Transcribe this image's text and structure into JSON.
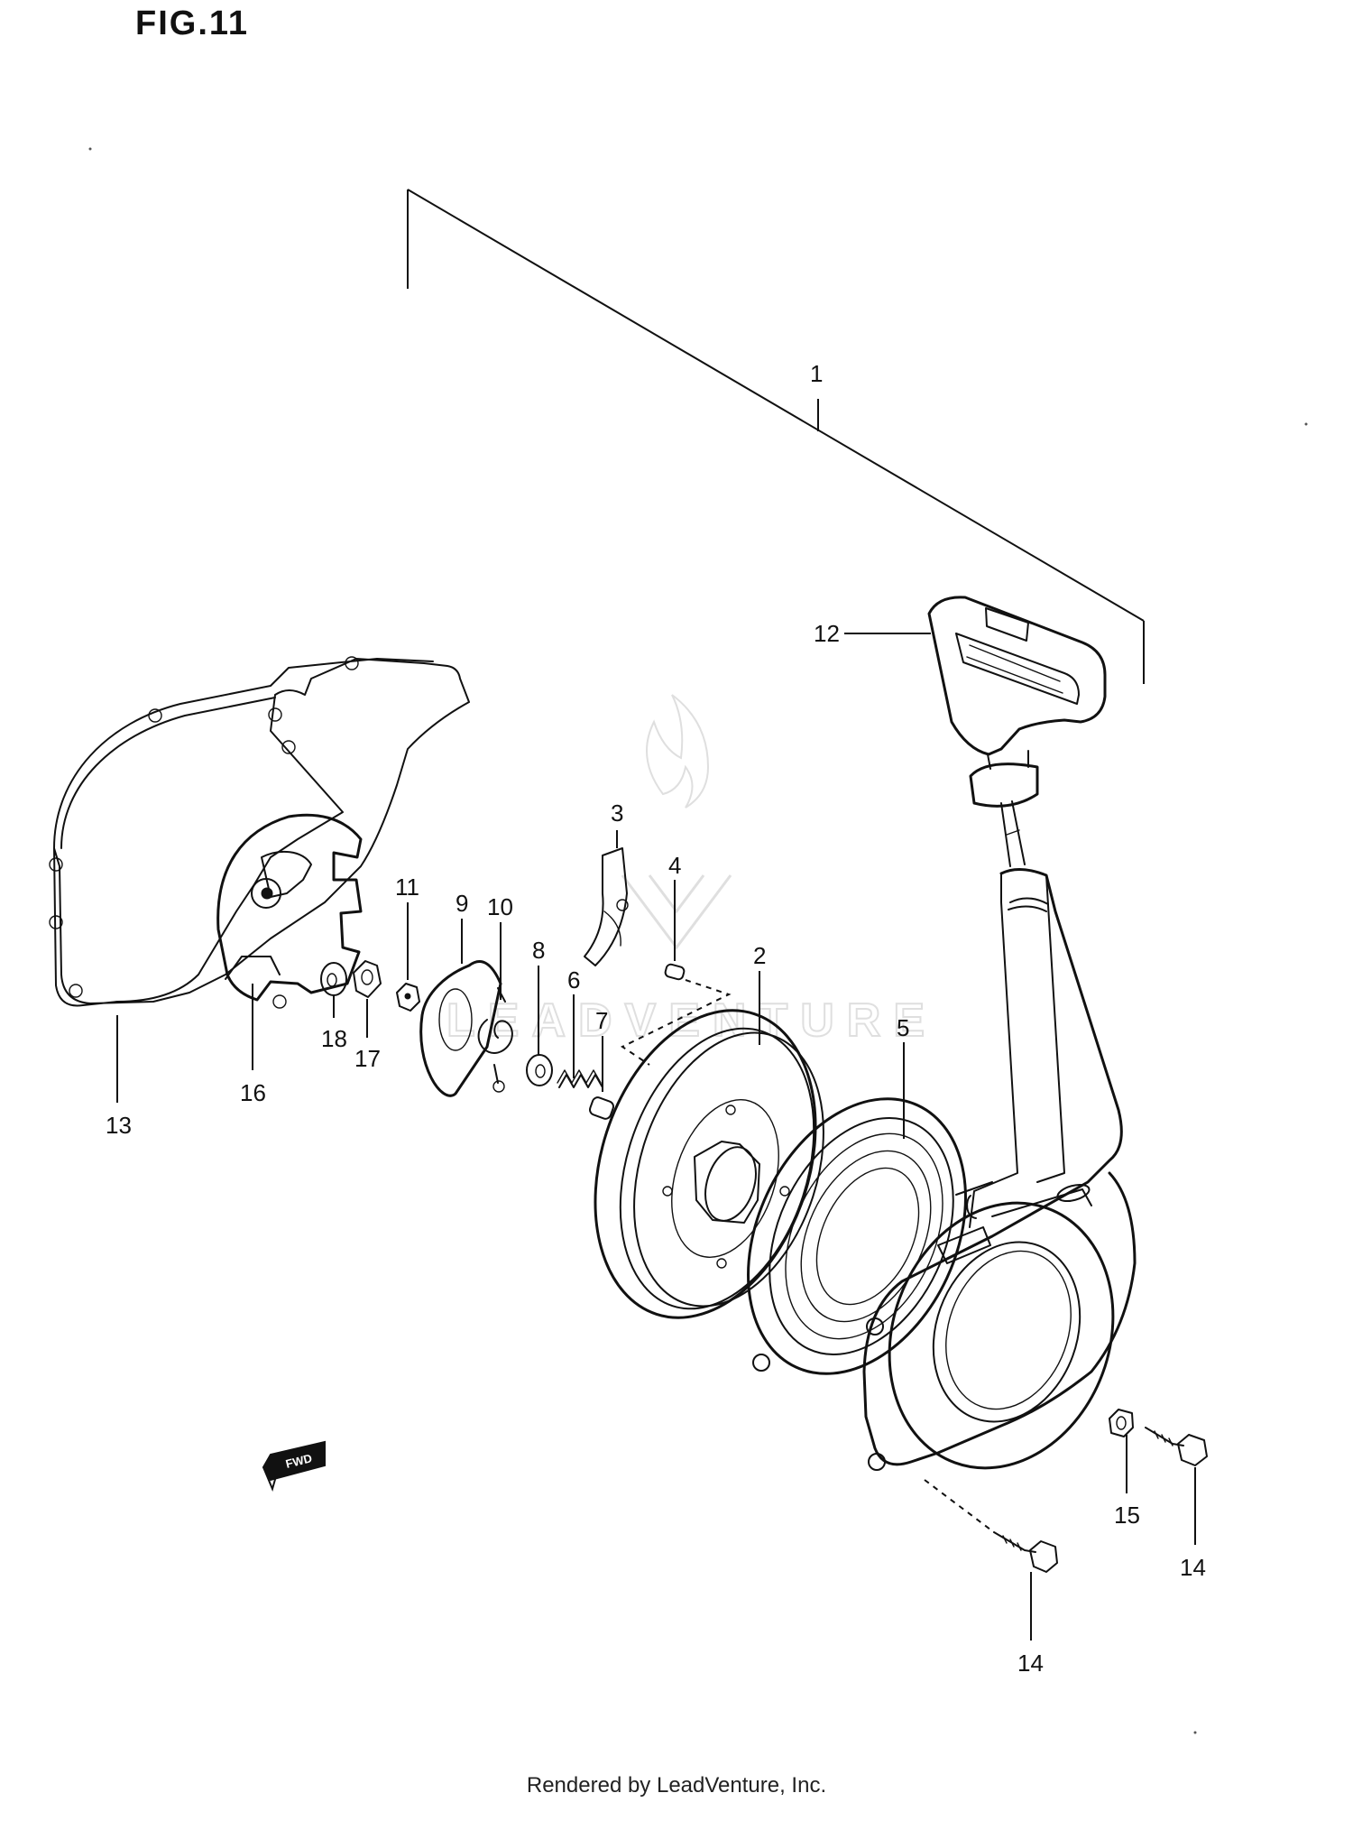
{
  "figure": {
    "title": "FIG.11"
  },
  "callouts": [
    "1",
    "2",
    "3",
    "4",
    "5",
    "6",
    "7",
    "8",
    "9",
    "10",
    "11",
    "12",
    "13",
    "14",
    "14",
    "15",
    "16",
    "17",
    "18"
  ],
  "watermark": {
    "text": "LEADVENTURE"
  },
  "fwd_marker": {
    "label": "FWD"
  },
  "footer": {
    "text": "Rendered by LeadVenture, Inc."
  }
}
